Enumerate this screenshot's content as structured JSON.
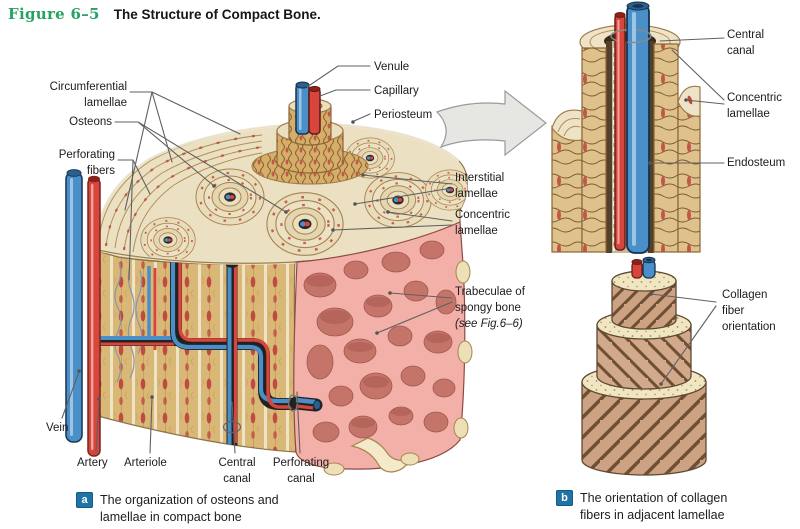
{
  "figure_header": {
    "number": "Figure 6–5",
    "title": "The Structure of Compact Bone."
  },
  "panel_a": {
    "labels": {
      "circumferential_lamellae": "Circumferential\nlamellae",
      "osteons": "Osteons",
      "perforating_fibers": "Perforating\nfibers",
      "venule": "Venule",
      "capillary": "Capillary",
      "periosteum": "Periosteum",
      "interstitial_lamellae": "Interstitial\nlamellae",
      "concentric_lamellae": "Concentric\nlamellae",
      "trabeculae": "Trabeculae of\nspongy bone",
      "trabeculae_ref": "(see Fig.6–6)",
      "vein": "Vein",
      "artery": "Artery",
      "arteriole": "Arteriole",
      "central_canal": "Central\ncanal",
      "perforating_canal": "Perforating\ncanal"
    },
    "caption_marker": "a",
    "caption_text": "The organization of osteons and\nlamellae in compact bone"
  },
  "panel_b_top": {
    "labels": {
      "central_canal": "Central\ncanal",
      "concentric_lamellae": "Concentric\nlamellae",
      "endosteum": "Endosteum"
    }
  },
  "panel_b_bottom": {
    "labels": {
      "collagen_fiber_orientation": "Collagen\nfiber\norientation"
    },
    "caption_marker": "b",
    "caption_text": "The orientation of collagen\nfibers in adjacent lamellae"
  },
  "colors": {
    "figure_number_green": "#27a263",
    "caption_badge_blue": "#1f73a7",
    "label_text": "#1c1c1c",
    "leader_line_gray": "#606060",
    "bone_top_cream": "#ece0c2",
    "bone_front_tan": "#d9b877",
    "lacunae_red": "#bf4a40",
    "vessel_blue": "#4a8fc7",
    "vessel_red": "#d8453c",
    "spongy_pink": "#f2b0a8",
    "spongy_hole": "#c5746a",
    "lamella_ring_cream": "#f0e6c2",
    "collagen_stripe_brown": "#6e4f33",
    "arrow_gray": "#e6e6e3"
  }
}
